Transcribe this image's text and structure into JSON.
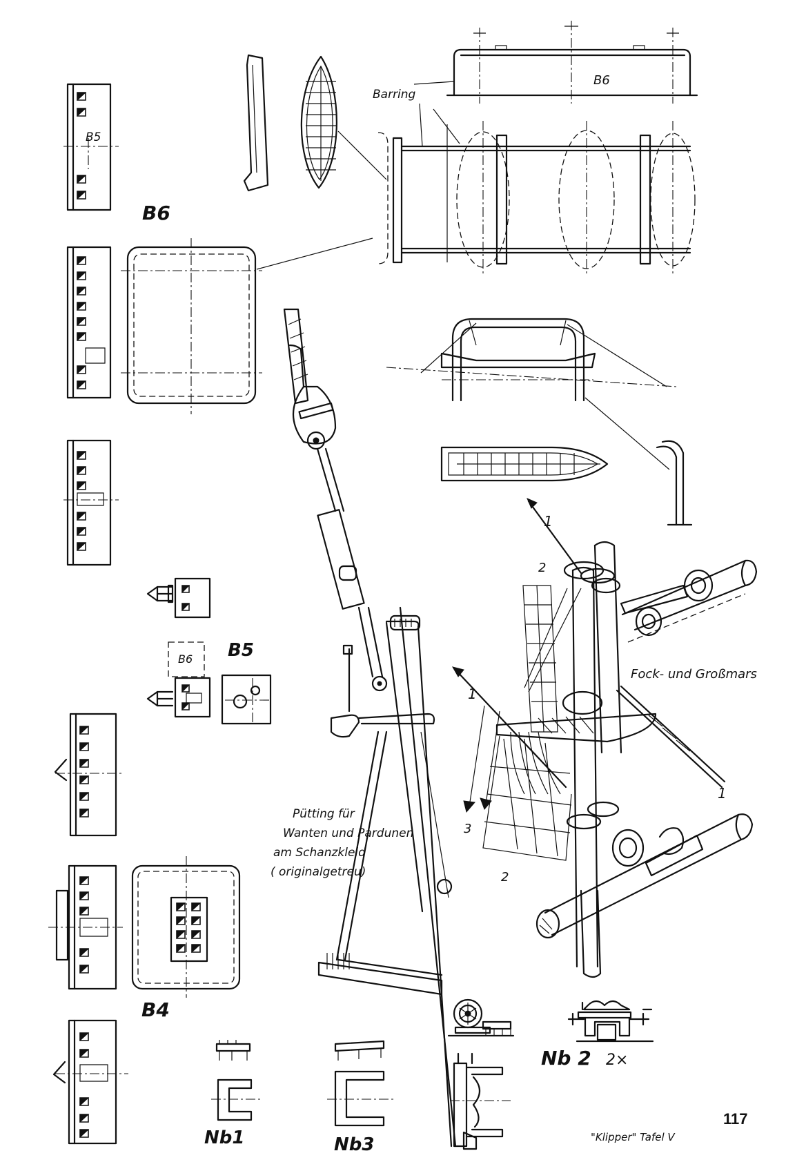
{
  "labels": {
    "barring": "Barring",
    "b6_top": "B6",
    "b6_left": "B6",
    "b5_side": "B5",
    "b5_label": "B5",
    "b6_small": "B6",
    "b4": "B4",
    "fock_grossmars": "Fock- und Großmars",
    "puetting_line1": "Pütting für",
    "puetting_line2": "Wanten und Pardunen",
    "puetting_line3": "am Schanzkleid",
    "puetting_line4": "( originalgetreu)",
    "nb1": "Nb1",
    "nb3": "Nb3",
    "nb2": "Nb 2",
    "nb2_qty": "2×",
    "arrow_1a": "1",
    "arrow_1b": "1",
    "arrow_1c": "1",
    "arrow_2a": "2",
    "arrow_2b": "2",
    "arrow_3": "3"
  },
  "footer": {
    "caption": "\"Klipper\"  Tafel V",
    "page_number": "117"
  }
}
